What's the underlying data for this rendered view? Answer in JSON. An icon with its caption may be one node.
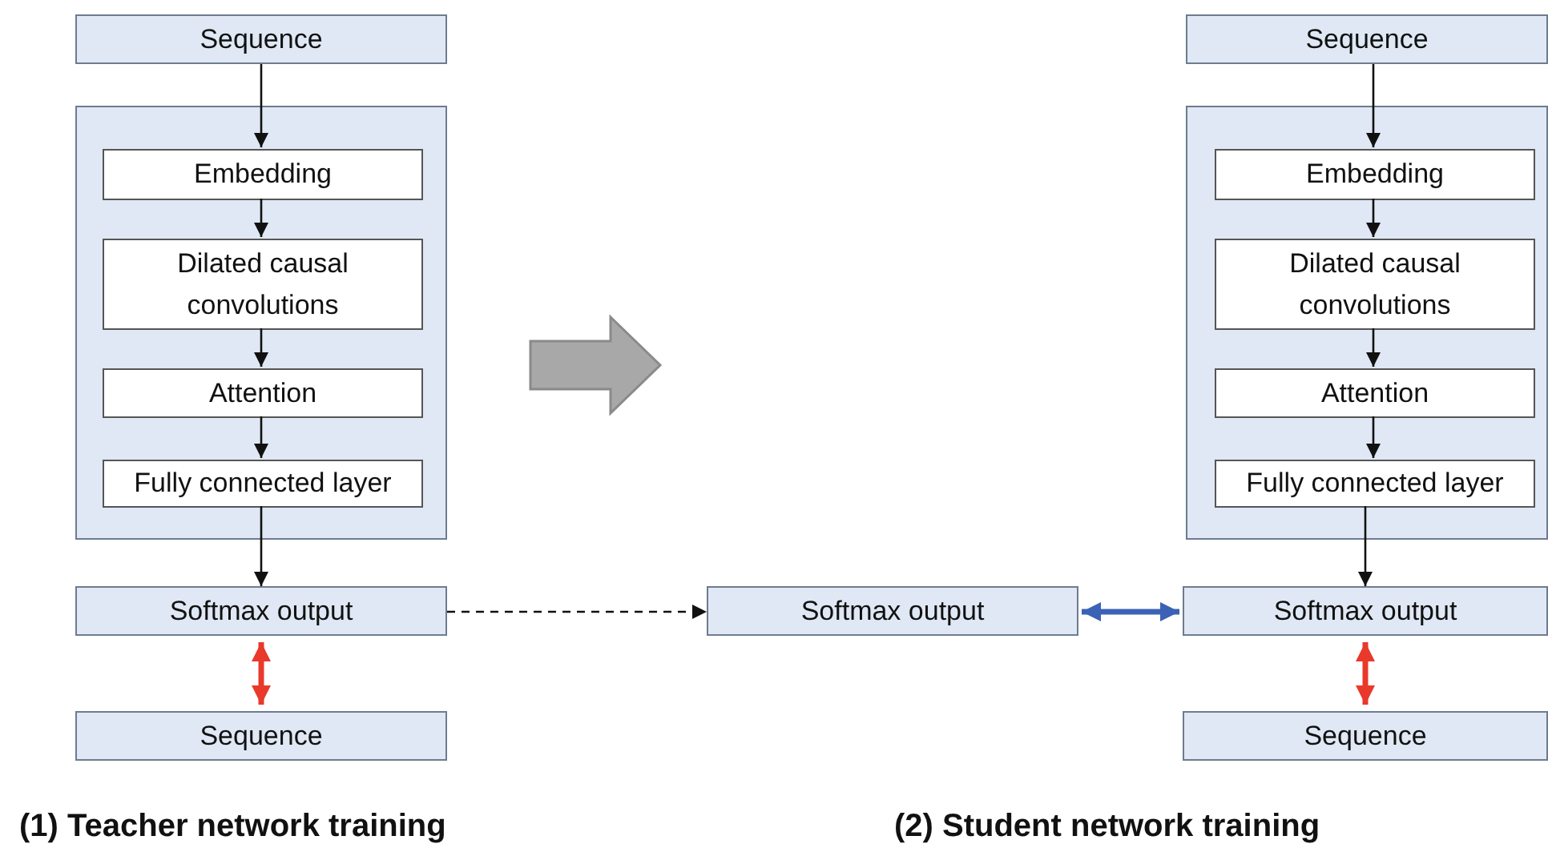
{
  "diagram": {
    "nodes": [
      {
        "text": [
          "Sequence"
        ]
      },
      {
        "text": [],
        "shape": "box"
      },
      {
        "text": [
          "Embedding"
        ],
        "in": 1
      },
      {
        "text": [
          "Dilated causal convolutions"
        ],
        "in": 1
      },
      {
        "text": [
          "Attention"
        ],
        "in": 1
      },
      {
        "text": [
          "Fully connected layer"
        ],
        "in": 1
      },
      {
        "text": [
          "Softmax output"
        ]
      },
      {
        "text": [
          "Sequence"
        ]
      },
      {
        "text": [
          "Softmax output"
        ]
      },
      {
        "text": [
          "Sequence"
        ]
      },
      {
        "text": [],
        "shape": "box"
      },
      {
        "text": [
          "Embedding"
        ],
        "in": 10
      },
      {
        "text": [
          "Dilated causal convolutions"
        ],
        "in": 10
      },
      {
        "text": [
          "Attention"
        ],
        "in": 10
      },
      {
        "text": [
          "Fully connected layer"
        ],
        "in": 10
      },
      {
        "text": [
          "Softmax output"
        ]
      },
      {
        "text": [
          "Sequence"
        ]
      }
    ],
    "edges": [
      {
        "from": 0,
        "to": 2,
        "arrow": "to"
      },
      {
        "from": 2,
        "to": 3,
        "arrow": "to"
      },
      {
        "from": 3,
        "to": 4,
        "arrow": "to"
      },
      {
        "from": 4,
        "to": 5,
        "arrow": "to"
      },
      {
        "from": 5,
        "to": 6,
        "arrow": "to"
      },
      {
        "from": 6,
        "to": 7,
        "arrow": "both",
        "style": "thick",
        "color": "#e8392b"
      },
      {
        "from": 6,
        "to": 8,
        "arrow": "to",
        "style": "dashed"
      },
      {
        "from": 8,
        "to": 15,
        "arrow": "both",
        "style": "thick",
        "color": "#3b62b5"
      },
      {
        "from": 9,
        "to": 11,
        "arrow": "to"
      },
      {
        "from": 11,
        "to": 12,
        "arrow": "to"
      },
      {
        "from": 12,
        "to": 13,
        "arrow": "to"
      },
      {
        "from": 13,
        "to": 14,
        "arrow": "to"
      },
      {
        "from": 14,
        "to": 15,
        "arrow": "to"
      },
      {
        "from": 15,
        "to": 16,
        "arrow": "both",
        "style": "thick",
        "color": "#e8392b"
      }
    ],
    "labels": [
      "(1) Teacher network training",
      "(2) Student network training"
    ]
  }
}
